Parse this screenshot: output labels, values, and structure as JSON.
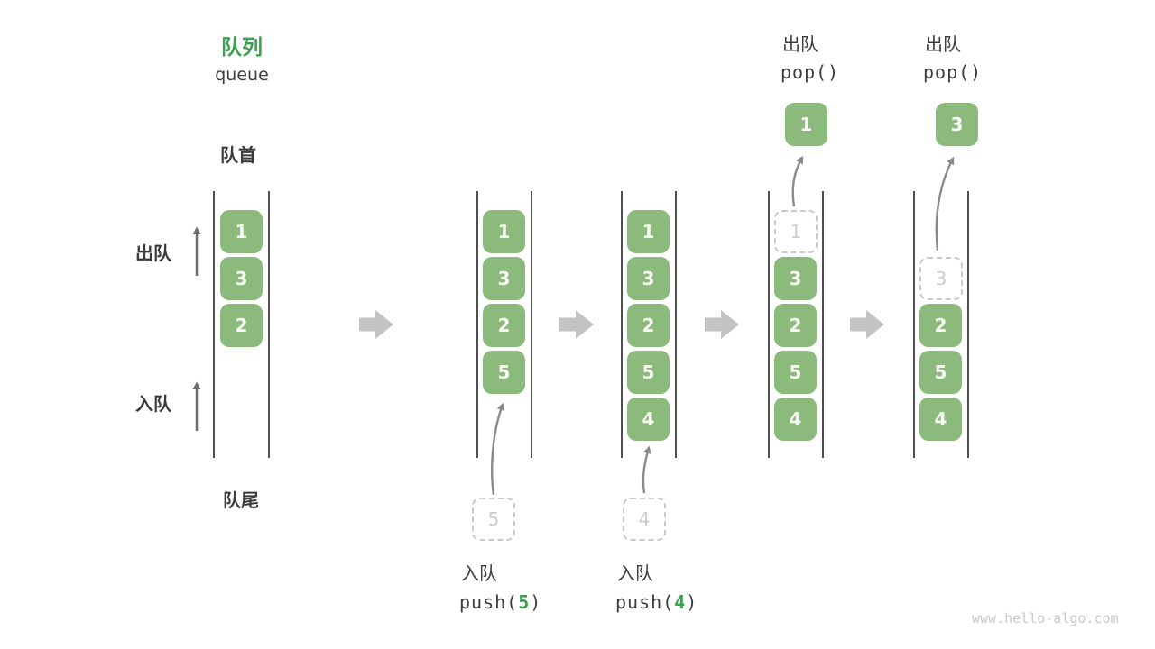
{
  "diagram": {
    "title_zh": "队列",
    "title_en": "queue",
    "front_label": "队首",
    "rear_label": "队尾",
    "side_dequeue_label": "出队",
    "side_enqueue_label": "入队",
    "watermark": "www.hello-algo.com"
  },
  "colors": {
    "cell_green": "#8cba7c",
    "title_green": "#3aa14e",
    "code_arg_green": "#3aa14e",
    "label_dark": "#3b3b3b",
    "dashed_gray": "#c9c9c9",
    "line_gray": "#4f4f4f",
    "block_arrow_gray": "#c3c3c3",
    "curve_arrow_gray": "#8a8a8a"
  },
  "states": [
    {
      "cells": [
        "1",
        "3",
        "2"
      ]
    },
    {
      "cells": [
        "1",
        "3",
        "2",
        "5"
      ],
      "pending": "5",
      "op": {
        "label": "入队",
        "code_pre": "push(",
        "arg": "5",
        "code_post": ")"
      }
    },
    {
      "cells": [
        "1",
        "3",
        "2",
        "5",
        "4"
      ],
      "pending": "4",
      "op": {
        "label": "入队",
        "code_pre": "push(",
        "arg": "4",
        "code_post": ")"
      }
    },
    {
      "cells": [
        "3",
        "2",
        "5",
        "4"
      ],
      "removed": "1",
      "popped": "1",
      "op": {
        "label": "出队",
        "code": "pop()"
      }
    },
    {
      "cells": [
        "2",
        "5",
        "4"
      ],
      "removed": "3",
      "popped": "3",
      "op": {
        "label": "出队",
        "code": "pop()"
      }
    }
  ]
}
